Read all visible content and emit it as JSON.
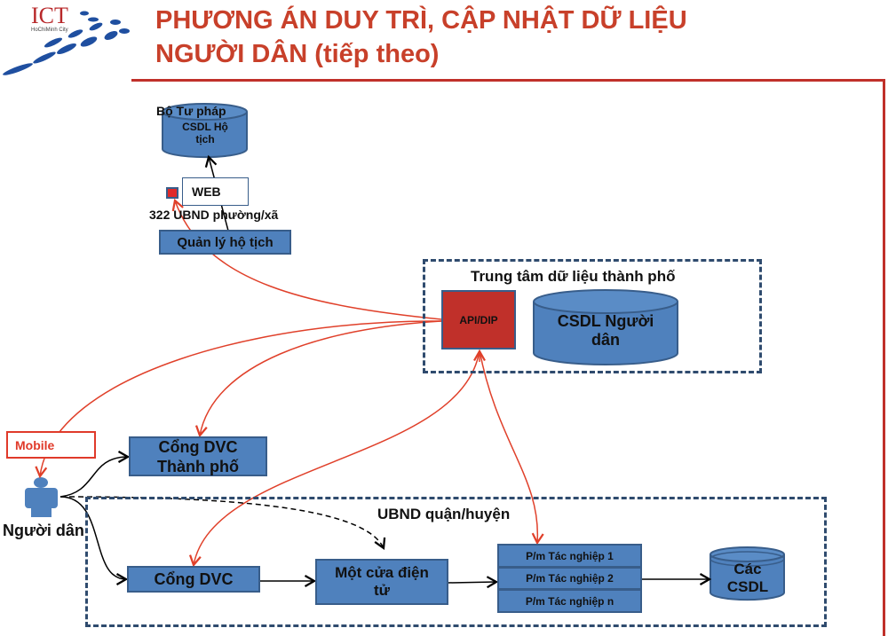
{
  "header": {
    "logo_text": "ICT",
    "logo_subtext": "HoChiMinh City",
    "title_line1": "PHƯƠNG ÁN DUY TRÌ, CẬP NHẬT DỮ LIỆU",
    "title_line2": "NGƯỜI DÂN (tiếp theo)"
  },
  "colors": {
    "title": "#c8402a",
    "box": "#4f81bd",
    "api": "#c0302a",
    "arrow_red": "#e0402a"
  },
  "ministry": {
    "label": "Bộ Tư pháp",
    "db": "CSDL Hộ tịch"
  },
  "web": {
    "label": "WEB",
    "wards": "322 UBND phường/xã",
    "app": "Quản lý hộ tịch"
  },
  "datacenter": {
    "title": "Trung tâm dữ liệu thành phố",
    "api": "API/DIP",
    "db": "CSDL Người dân"
  },
  "mobile": "Mobile",
  "citizen": "Người dân",
  "portal_city": "Cổng DVC Thành phố",
  "district": {
    "title": "UBND quận/huyện",
    "portal": "Cổng DVC",
    "one_stop": "Một cửa điện tử",
    "apps": [
      "P/m Tác nghiệp 1",
      "P/m Tác nghiệp 2",
      "P/m Tác nghiệp n"
    ],
    "dbs": "Các CSDL"
  }
}
